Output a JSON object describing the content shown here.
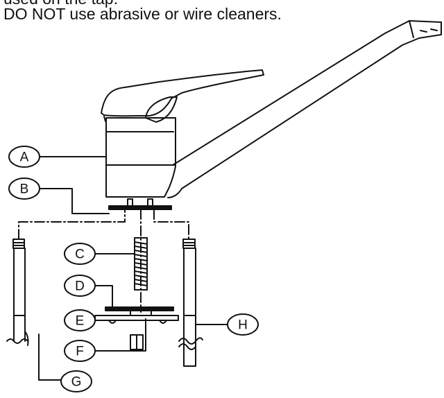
{
  "text": {
    "line_top": "used on the tap.",
    "line_warning": "DO NOT use abrasive or wire cleaners."
  },
  "callouts": {
    "A": "A",
    "B": "B",
    "C": "C",
    "D": "D",
    "E": "E",
    "F": "F",
    "G": "G",
    "H": "H"
  },
  "colors": {
    "ink": "#111111",
    "background": "#ffffff"
  }
}
